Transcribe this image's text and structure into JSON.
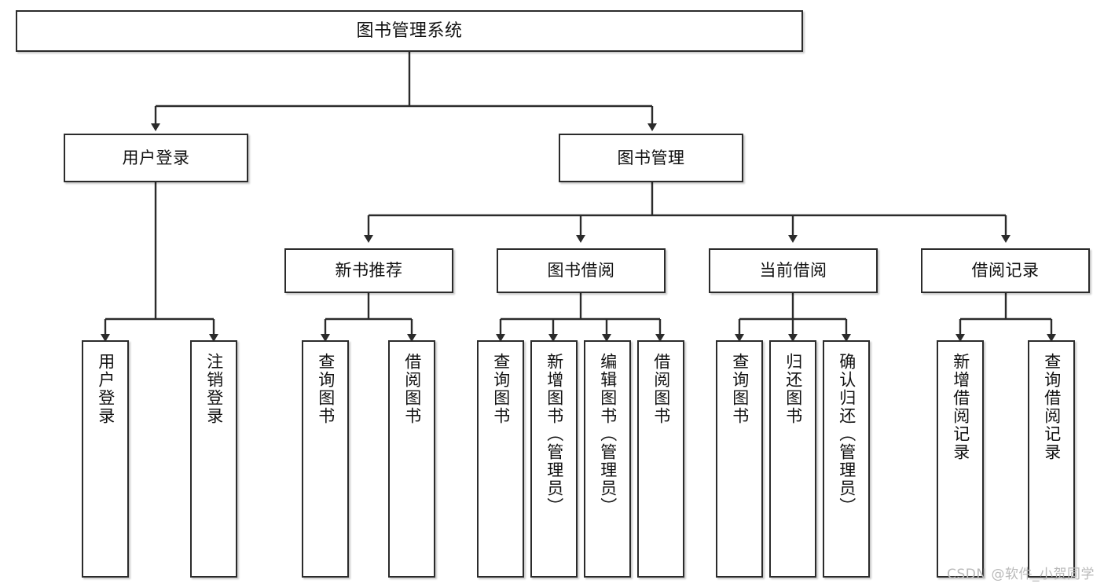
{
  "diagram": {
    "title": "图书管理系统",
    "type": "tree",
    "watermark": "CSDN @软件_小贺同学",
    "colors": {
      "box_border": "#2b2b2b",
      "box_fill": "#ffffff",
      "connector": "#2b2b2b",
      "watermark": "#b9b9b9",
      "background": "#ffffff"
    },
    "nodes": {
      "root": {
        "label": "图书管理系统"
      },
      "level2": [
        {
          "id": "user-login",
          "label": "用户登录"
        },
        {
          "id": "book-management",
          "label": "图书管理"
        }
      ],
      "level3": [
        {
          "id": "new-book-recommend",
          "label": "新书推荐"
        },
        {
          "id": "book-borrow",
          "label": "图书借阅"
        },
        {
          "id": "current-borrow",
          "label": "当前借阅"
        },
        {
          "id": "borrow-record",
          "label": "借阅记录"
        }
      ],
      "leaves": {
        "user-login": [
          {
            "id": "leaf-user-login",
            "label": "用户登录"
          },
          {
            "id": "leaf-user-logout",
            "label": "注销登录"
          }
        ],
        "new-book-recommend": [
          {
            "id": "leaf-query-book-1",
            "label": "查询图书"
          },
          {
            "id": "leaf-borrow-book-1",
            "label": "借阅图书"
          }
        ],
        "book-borrow": [
          {
            "id": "leaf-query-book-2",
            "label": "查询图书"
          },
          {
            "id": "leaf-add-book",
            "label": "新增图书（管理员）"
          },
          {
            "id": "leaf-edit-book",
            "label": "编辑图书（管理员）"
          },
          {
            "id": "leaf-borrow-book-2",
            "label": "借阅图书"
          }
        ],
        "current-borrow": [
          {
            "id": "leaf-query-book-3",
            "label": "查询图书"
          },
          {
            "id": "leaf-return-book",
            "label": "归还图书"
          },
          {
            "id": "leaf-confirm-return",
            "label": "确认归还（管理员）"
          }
        ],
        "borrow-record": [
          {
            "id": "leaf-add-record",
            "label": "新增借阅记录"
          },
          {
            "id": "leaf-query-record",
            "label": "查询借阅记录"
          }
        ]
      }
    }
  }
}
